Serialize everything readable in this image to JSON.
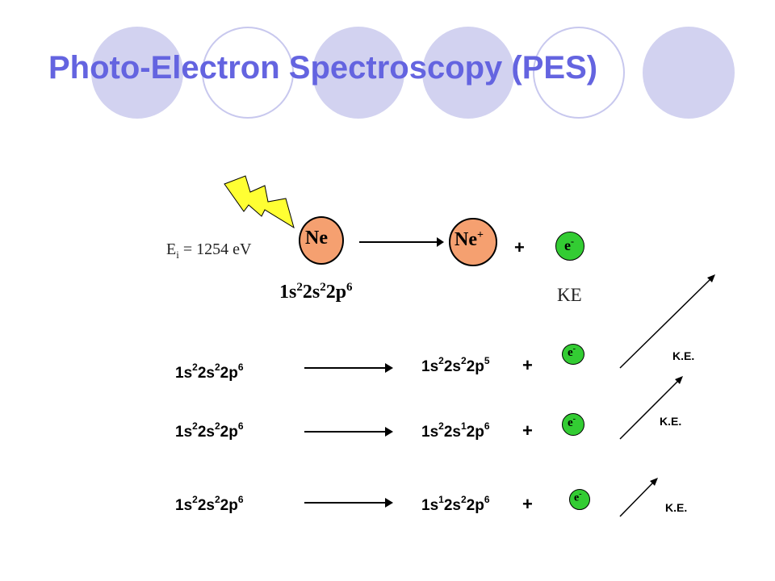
{
  "title": "Photo-Electron Spectroscopy (PES)",
  "top": {
    "energy_prefix": "E",
    "energy_sub": "i",
    "energy_value": "= 1254 eV",
    "atom": "Ne",
    "ion": "Ne",
    "ion_charge": "+",
    "plus": "+",
    "electron": "e",
    "electron_charge": "-",
    "config": [
      "1s",
      "2",
      "2s",
      "2",
      "2p",
      "6"
    ],
    "ke": "KE"
  },
  "rows": [
    {
      "left": [
        "1s",
        "2",
        "2s",
        "2",
        "2p",
        "6"
      ],
      "right": [
        "1s",
        "2",
        "2s",
        "2",
        "2p",
        "5"
      ],
      "plus": "+",
      "electron": "e",
      "electron_charge": "-",
      "ke": "K.E."
    },
    {
      "left": [
        "1s",
        "2",
        "2s",
        "2",
        "2p",
        "6"
      ],
      "right": [
        "1s",
        "2",
        "2s",
        "1",
        "2p",
        "6"
      ],
      "plus": "+",
      "electron": "e",
      "electron_charge": "-",
      "ke": "K.E."
    },
    {
      "left": [
        "1s",
        "2",
        "2s",
        "2",
        "2p",
        "6"
      ],
      "right": [
        "1s",
        "1",
        "2s",
        "2",
        "2p",
        "6"
      ],
      "plus": "+",
      "electron": "e",
      "electron_charge": "-",
      "ke": "K.E."
    }
  ],
  "colors": {
    "title": "#6464e0",
    "decor_circle": "#c8c8ee",
    "atom": "#f5a070",
    "electron": "#33cc33",
    "lightning": "#ffff33"
  }
}
